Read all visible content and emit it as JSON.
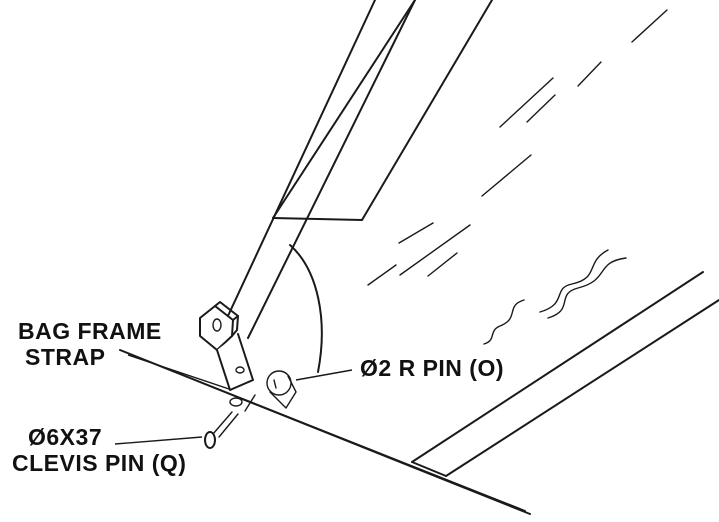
{
  "labels": {
    "bag_frame_strap": {
      "line1": "BAG FRAME",
      "line2": "STRAP"
    },
    "r_pin": {
      "line1": "Ø2 R PIN (O)"
    },
    "clevis_pin": {
      "line1": "Ø6X37",
      "line2": "CLEVIS PIN (Q)"
    }
  },
  "colors": {
    "ink": "#1a1a1a",
    "background": "#ffffff"
  }
}
